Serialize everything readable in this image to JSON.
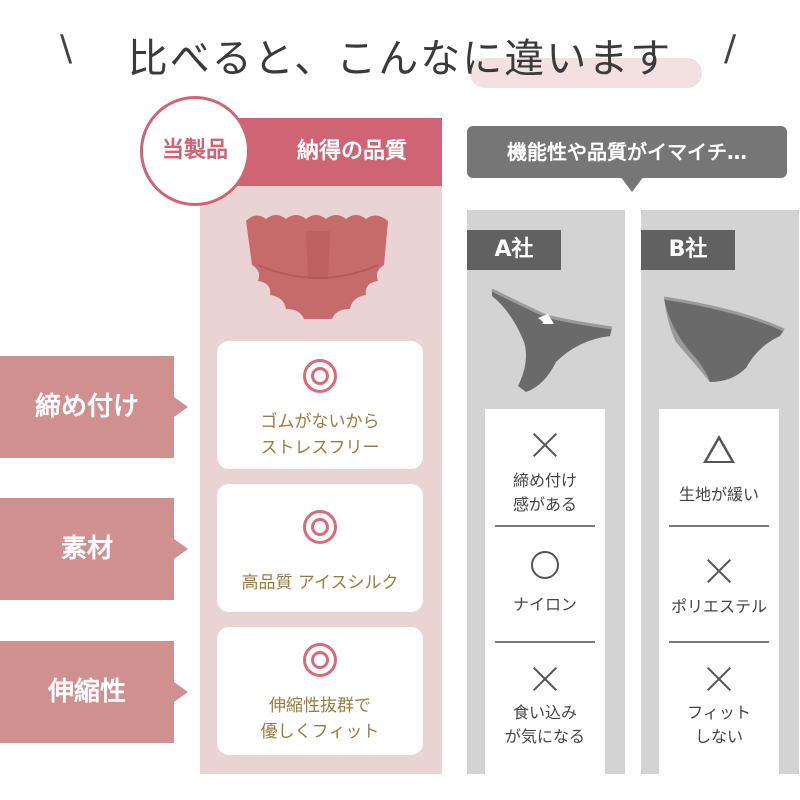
{
  "headline": {
    "text": "比べると、こんなに違います",
    "slash_left": "\\",
    "slash_right": "/"
  },
  "our_product": {
    "badge": "当製品",
    "header": "納得の品質",
    "features": [
      {
        "line1": "ゴムがないから",
        "line2": "ストレスフリー"
      },
      {
        "line1": "高品質 アイスシルク",
        "line2": ""
      },
      {
        "line1": "伸縮性抜群で",
        "line2": "優しくフィット"
      }
    ]
  },
  "row_labels": [
    "締め付け",
    "素材",
    "伸縮性"
  ],
  "competitors": {
    "banner": "機能性や品質がイマイチ…",
    "a": {
      "name": "A社",
      "items": [
        {
          "mark": "x",
          "line1": "締め付け",
          "line2": "感がある"
        },
        {
          "mark": "o",
          "line1": "ナイロン",
          "line2": ""
        },
        {
          "mark": "x",
          "line1": "食い込み",
          "line2": "が気になる"
        }
      ]
    },
    "b": {
      "name": "B社",
      "items": [
        {
          "mark": "triangle",
          "line1": "生地が緩い",
          "line2": ""
        },
        {
          "mark": "x",
          "line1": "ポリエステル",
          "line2": ""
        },
        {
          "mark": "x",
          "line1": "フィット",
          "line2": "しない"
        }
      ]
    }
  },
  "colors": {
    "accent": "#cf6474",
    "our_bg": "#ead3d3",
    "label_bg": "#d09090",
    "gold_text": "#9b7c3e",
    "comp_bg": "#d3d3d3",
    "comp_dark": "#616161"
  },
  "icons": {
    "good": "double-circle-icon",
    "ok": "circle-icon",
    "fair": "triangle-icon",
    "bad": "cross-icon"
  }
}
